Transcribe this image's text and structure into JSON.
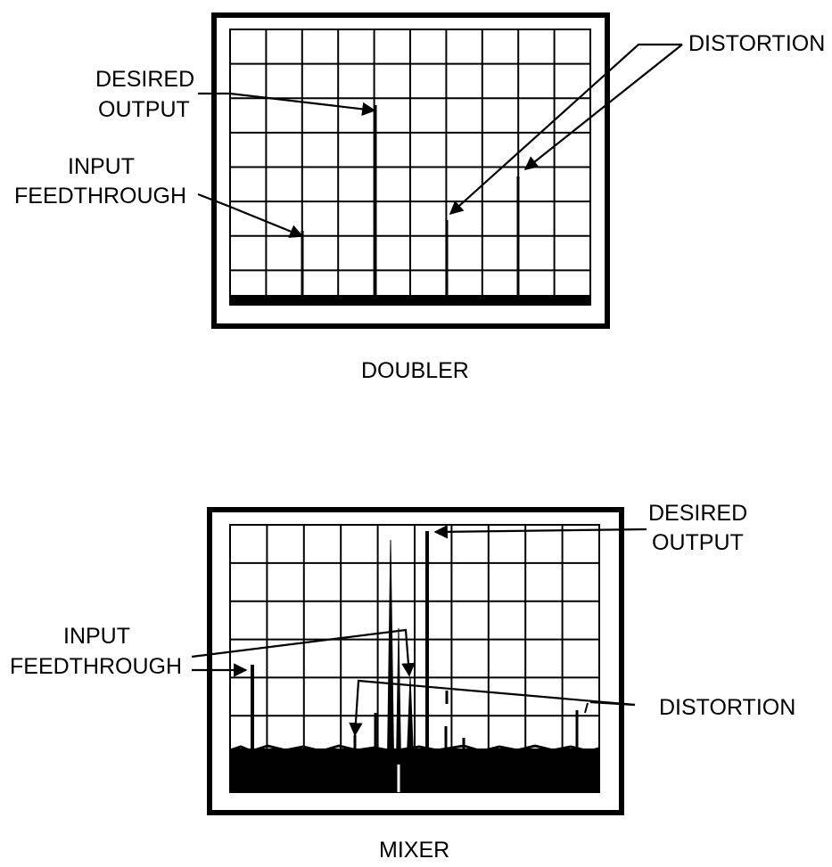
{
  "doubler": {
    "caption": "DOUBLER",
    "labels": {
      "desired_output_1": "DESIRED",
      "desired_output_2": "OUTPUT",
      "input_feedthrough_1": "INPUT",
      "input_feedthrough_2": "FEEDTHROUGH",
      "distortion": "DISTORTION"
    }
  },
  "mixer": {
    "caption": "MIXER",
    "labels": {
      "desired_output_1": "DESIRED",
      "desired_output_2": "OUTPUT",
      "input_feedthrough_1": "INPUT",
      "input_feedthrough_2": "FEEDTHROUGH",
      "distortion": "DISTORTION"
    }
  }
}
